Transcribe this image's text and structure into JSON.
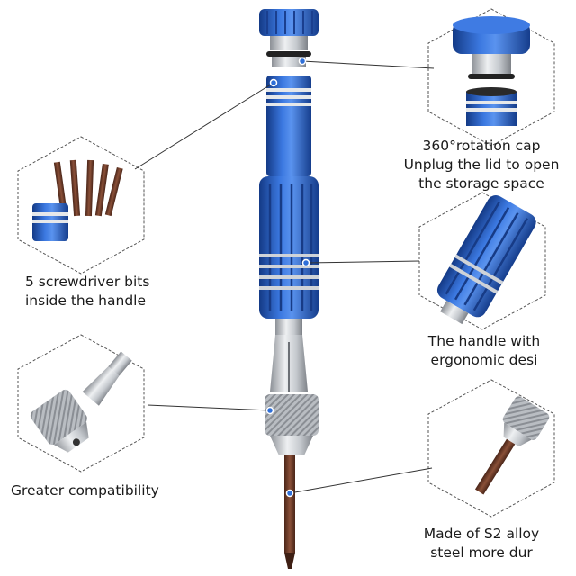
{
  "callouts": {
    "cap": {
      "lines": [
        "360°rotation cap",
        "Unplug the lid to open",
        "the storage space"
      ]
    },
    "bits": {
      "lines": [
        "5 screwdriver bits",
        "inside the handle"
      ]
    },
    "handle": {
      "lines": [
        "The handle with",
        "ergonomic desi"
      ]
    },
    "compat": {
      "lines": [
        "Greater compatibility"
      ]
    },
    "alloy": {
      "lines": [
        "Made of S2 alloy",
        "steel more dur"
      ]
    }
  },
  "colors": {
    "handle_blue": "#2a5fc4",
    "handle_dark": "#173b86",
    "silver": "#c8ccd1",
    "bit_brown": "#6b3a2a",
    "leader_line": "#333333",
    "dot": "#2f6fd8",
    "hexagon_border": "#555555"
  },
  "icons": {
    "cap_detail": "knurled-cap-icon",
    "bits_detail": "screwdriver-bits-icon",
    "handle_detail": "grip-handle-icon",
    "compat_detail": "chuck-collet-icon",
    "alloy_detail": "bit-tip-icon"
  }
}
